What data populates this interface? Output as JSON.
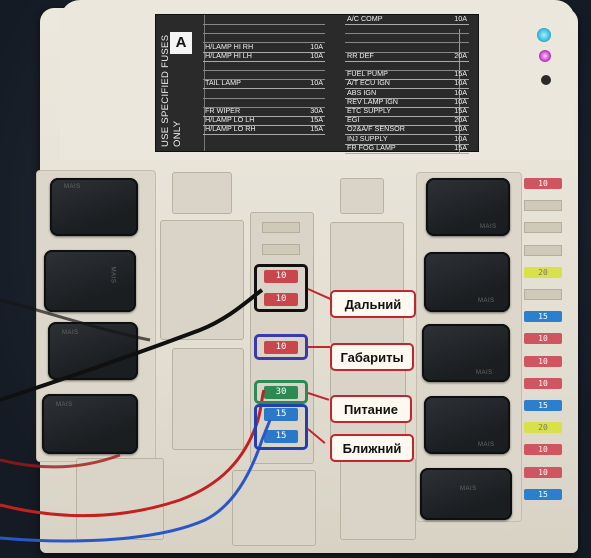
{
  "label": {
    "side_text": "USE SPECIFIED FUSES ONLY",
    "box_letter": "A",
    "left_column": [
      {
        "name": "",
        "amp": ""
      },
      {
        "name": "",
        "amp": ""
      },
      {
        "name": "",
        "amp": ""
      },
      {
        "name": "H/LAMP HI RH",
        "amp": "10A"
      },
      {
        "name": "H/LAMP HI LH",
        "amp": "10A"
      },
      {
        "name": "",
        "amp": ""
      },
      {
        "name": "",
        "amp": ""
      },
      {
        "name": "TAIL LAMP",
        "amp": "10A"
      },
      {
        "name": "",
        "amp": ""
      },
      {
        "name": "",
        "amp": ""
      },
      {
        "name": "FR WIPER",
        "amp": "30A"
      },
      {
        "name": "H/LAMP LO LH",
        "amp": "15A"
      },
      {
        "name": "H/LAMP LO RH",
        "amp": "15A"
      }
    ],
    "right_column": [
      {
        "name": "A/C COMP",
        "amp": "10A"
      },
      {
        "name": "",
        "amp": ""
      },
      {
        "name": "",
        "amp": ""
      },
      {
        "name": "",
        "amp": ""
      },
      {
        "name": "RR DEF",
        "amp": "20A"
      },
      {
        "name": "",
        "amp": ""
      },
      {
        "name": "FUEL PUMP",
        "amp": "15A"
      },
      {
        "name": "A/T ECU IGN",
        "amp": "10A"
      },
      {
        "name": "ABS IGN",
        "amp": "10A"
      },
      {
        "name": "REV LAMP IGN",
        "amp": "10A"
      },
      {
        "name": "ETC SUPPLY",
        "amp": "15A"
      },
      {
        "name": "EGI",
        "amp": "20A"
      },
      {
        "name": "O2&A/F SENSOR",
        "amp": "10A"
      },
      {
        "name": "INJ SUPPLY",
        "amp": "10A"
      },
      {
        "name": "FR FOG LAMP",
        "amp": "15A"
      }
    ]
  },
  "relay_tag": "MAIS",
  "center_fuses": [
    {
      "text": "10",
      "color": "#c9464c",
      "group": "high"
    },
    {
      "text": "10",
      "color": "#c9464c",
      "group": "high"
    },
    {
      "text": "10",
      "color": "#c9464c",
      "group": "parking"
    },
    {
      "text": "30",
      "color": "#2d8a55",
      "group": "power"
    },
    {
      "text": "15",
      "color": "#2c78c8",
      "group": "low"
    },
    {
      "text": "15",
      "color": "#2c78c8",
      "group": "low"
    }
  ],
  "right_fuses": [
    {
      "text": "10",
      "color": "#cf5560"
    },
    {
      "text": "",
      "color": ""
    },
    {
      "text": "",
      "color": ""
    },
    {
      "text": "",
      "color": ""
    },
    {
      "text": "20",
      "color": "#d8e04a"
    },
    {
      "text": "",
      "color": ""
    },
    {
      "text": "15",
      "color": "#2c7fcc"
    },
    {
      "text": "10",
      "color": "#cf5560"
    },
    {
      "text": "10",
      "color": "#cf5560"
    },
    {
      "text": "10",
      "color": "#cf5560"
    },
    {
      "text": "15",
      "color": "#2c7fcc"
    },
    {
      "text": "20",
      "color": "#d8e04a"
    },
    {
      "text": "10",
      "color": "#cf5560"
    },
    {
      "text": "10",
      "color": "#cf5560"
    },
    {
      "text": "15",
      "color": "#2c7fcc"
    }
  ],
  "callouts": {
    "high_beam": "Дальний",
    "parking": "Габариты",
    "power": "Питание",
    "low_beam": "Ближний"
  },
  "colors": {
    "callout_border": "#c0262d",
    "high_group": "#111111",
    "parking_group": "#3a39b0",
    "power_group": "#2d8a55",
    "low_group": "#1f3fb3"
  }
}
